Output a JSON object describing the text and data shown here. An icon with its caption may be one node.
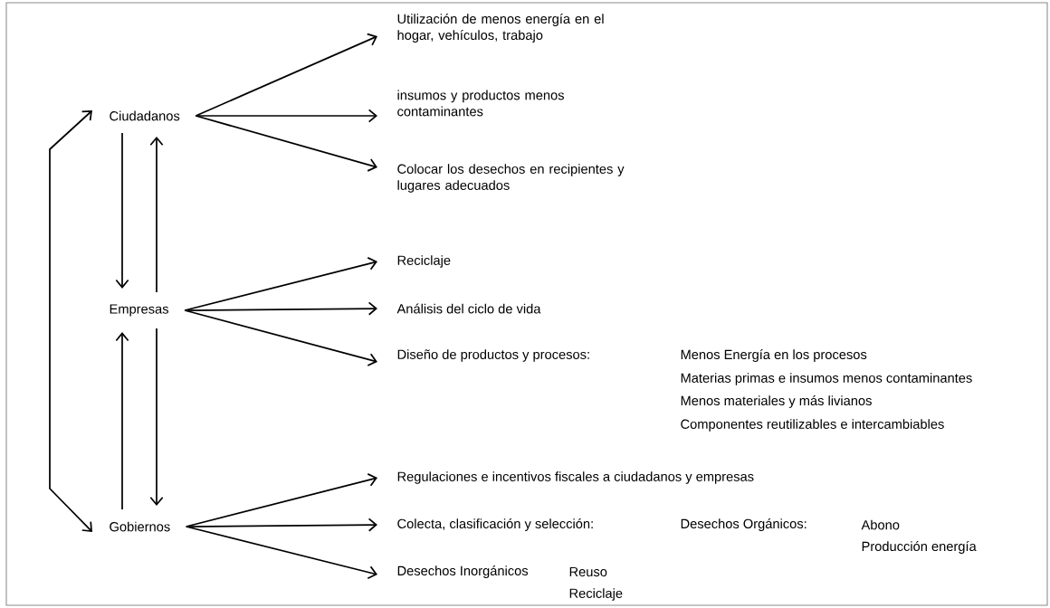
{
  "diagram": {
    "nodes": [
      {
        "text": [
          "Ciudadanos"
        ]
      },
      {
        "text": [
          "Utilización de menos energía en el hogar, vehículos, trabajo"
        ]
      },
      {
        "text": [
          "insumos y productos menos contaminantes"
        ]
      },
      {
        "text": [
          "Colocar los desechos en recipientes y lugares adecuados"
        ]
      },
      {
        "text": [
          "Empresas"
        ]
      },
      {
        "text": [
          "Reciclaje"
        ]
      },
      {
        "text": [
          "Análisis del ciclo de vida"
        ]
      },
      {
        "text": [
          "Diseño de productos y procesos:"
        ]
      },
      {
        "text": [
          "Gobiernos"
        ]
      },
      {
        "text": [
          "Regulaciones e incentivos fiscales a ciudadanos y empresas"
        ]
      },
      {
        "text": [
          "Colecta, clasificación y selección:"
        ]
      },
      {
        "text": [
          "Desechos Inorgánicos"
        ]
      }
    ],
    "labels": [
      "Menos Energía en los procesos",
      "Materias primas e insumos menos contaminantes",
      "Menos materiales y más livianos",
      "Componentes reutilizables e intercambiables",
      "Desechos Orgánicos:",
      "Abono",
      "Producción energía",
      "Reuso",
      "Reciclaje"
    ],
    "edges": [
      {
        "from": 0,
        "to": 1,
        "arrow": "to"
      },
      {
        "from": 0,
        "to": 2,
        "arrow": "to"
      },
      {
        "from": 0,
        "to": 3,
        "arrow": "to"
      },
      {
        "from": 0,
        "to": 4,
        "arrow": "to"
      },
      {
        "from": 4,
        "to": 0,
        "arrow": "to"
      },
      {
        "from": 4,
        "to": 5,
        "arrow": "to"
      },
      {
        "from": 4,
        "to": 6,
        "arrow": "to"
      },
      {
        "from": 4,
        "to": 7,
        "arrow": "to"
      },
      {
        "from": 4,
        "to": 8,
        "arrow": "to"
      },
      {
        "from": 8,
        "to": 4,
        "arrow": "to"
      },
      {
        "from": 8,
        "to": 9,
        "arrow": "to"
      },
      {
        "from": 8,
        "to": 10,
        "arrow": "to"
      },
      {
        "from": 8,
        "to": 11,
        "arrow": "to"
      },
      {
        "from": 0,
        "to": 8,
        "arrow": "both"
      }
    ]
  }
}
